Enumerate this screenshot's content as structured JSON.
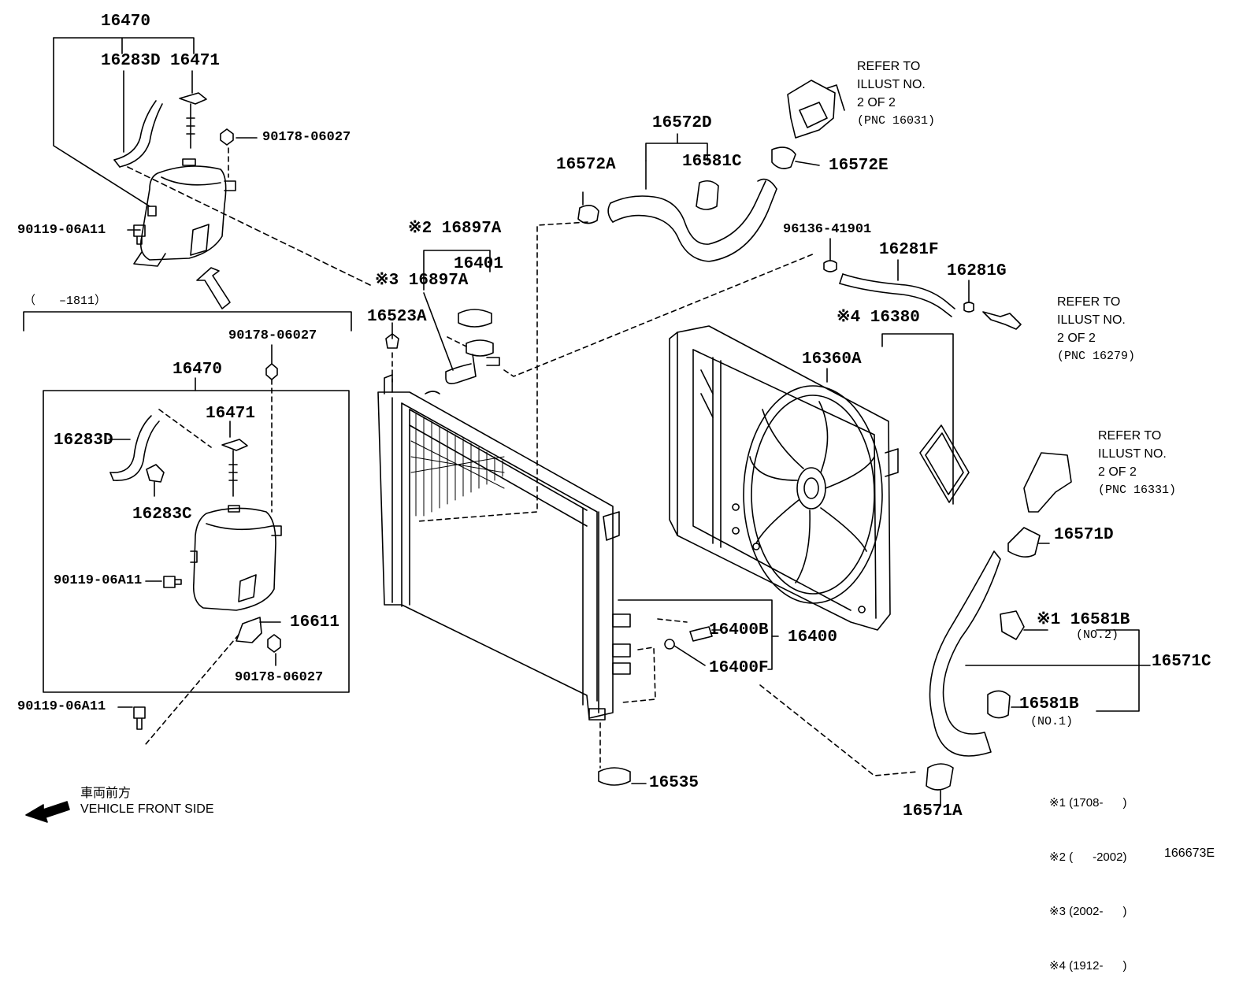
{
  "labels": {
    "p16470_top": "16470",
    "p16283D_top": "16283D",
    "p16471_top": "16471",
    "p90178_top": "90178-06027",
    "p90119_top": "90119-06A11",
    "range_1811": "（　　–1811）",
    "p90178_mid": "90178-06027",
    "p16470_box": "16470",
    "p16471_box": "16471",
    "p16283D_box": "16283D",
    "p16283C": "16283C",
    "p90119_box": "90119-06A11",
    "p16611": "16611",
    "p90178_box": "90178-06027",
    "p90119_bottom": "90119-06A11",
    "p16897A_2": "※2 16897A",
    "p16401": "16401",
    "p16897A_3": "※3 16897A",
    "p16523A": "16523A",
    "p16572A": "16572A",
    "p16572D": "16572D",
    "p16581C": "16581C",
    "p16572E": "16572E",
    "p96136": "96136-41901",
    "p16281F": "16281F",
    "p16281G": "16281G",
    "p16380": "※4 16380",
    "p16360A": "16360A",
    "p16571D": "16571D",
    "p16581B_2": "※1 16581B",
    "no2": "(NO.2)",
    "p16571C": "16571C",
    "p16581B_1": "16581B",
    "no1": "(NO.1)",
    "p16400B": "16400B",
    "p16400": "16400",
    "p16400F": "16400F",
    "p16535": "16535",
    "p16571A": "16571A"
  },
  "refers": [
    {
      "line1": "REFER TO",
      "line2": "ILLUST NO.",
      "line3": "2 OF 2",
      "pnc": "(PNC 16031)"
    },
    {
      "line1": "REFER TO",
      "line2": "ILLUST NO.",
      "line3": "2 OF 2",
      "pnc": "(PNC 16279)"
    },
    {
      "line1": "REFER TO",
      "line2": "ILLUST NO.",
      "line3": "2 OF 2",
      "pnc": "(PNC 16331)"
    }
  ],
  "footnotes": [
    "※1 (1708-      )",
    "※2 (      -2002)",
    "※3 (2002-      )",
    "※4 (1912-      )"
  ],
  "front": {
    "jp": "車両前方",
    "en": "VEHICLE FRONT SIDE"
  },
  "illust_no": "166673E"
}
